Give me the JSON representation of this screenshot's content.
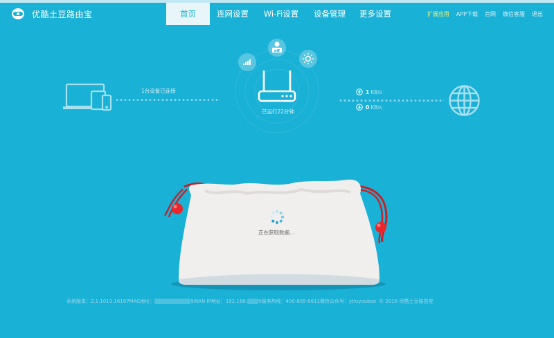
{
  "header": {
    "brand": "优酷土豆路由宝",
    "nav": [
      {
        "label": "首页",
        "active": true
      },
      {
        "label": "连网设置",
        "active": false
      },
      {
        "label": "Wi-Fi设置",
        "active": false
      },
      {
        "label": "设备管理",
        "active": false
      },
      {
        "label": "更多设置",
        "active": false
      }
    ],
    "links": [
      {
        "label": "扩展应用",
        "highlight": true
      },
      {
        "label": "APP下载"
      },
      {
        "label": "官网"
      },
      {
        "label": "微信客服"
      },
      {
        "label": "退出"
      }
    ]
  },
  "status": {
    "devices_connected": "1台设备已连接",
    "uptime": "已运行22分钟",
    "upload": {
      "value": "1",
      "unit": "KB/s"
    },
    "download": {
      "value": "0",
      "unit": "KB/s"
    },
    "bubbles": [
      "signal-icon",
      "off-icon",
      "sun-icon"
    ],
    "off_label": "off"
  },
  "loading": {
    "text": "正在获取数据..."
  },
  "footer": {
    "version_label": "系统版本：",
    "version": "2.1.1013.16167",
    "mac_label": "MAC地址：",
    "mac_suffix": "9",
    "wan_label": "WAN IP地址：",
    "wan_prefix": "192.168.",
    "wan_suffix": "9",
    "hotline_label": "服务热线：",
    "hotline": "400-805-8811",
    "wechat_label": "微信公众号：",
    "wechat": "ytluyoubao",
    "copyright": "© 2016 优酷土豆路由宝"
  },
  "colors": {
    "background": "#1ab1d6",
    "active_tab_bg": "#e8f6fa",
    "highlight_link": "#e9f27a",
    "bag": "#f0efed",
    "drawstring": "#d9262b"
  }
}
